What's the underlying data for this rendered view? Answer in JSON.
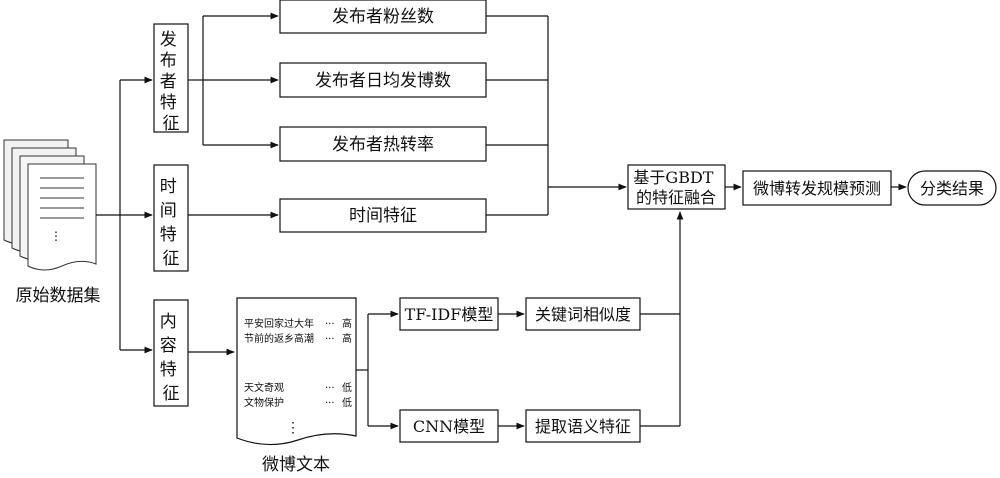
{
  "source": {
    "label": "原始数据集"
  },
  "categories": {
    "publisher": [
      "发",
      "布",
      "者",
      "特",
      "征"
    ],
    "time": [
      "时",
      "间",
      "特",
      "征"
    ],
    "content": [
      "内",
      "容",
      "特",
      "征"
    ]
  },
  "features": {
    "fans": "发布者粉丝数",
    "daily_posts": "发布者日均发博数",
    "hot_repost": "发布者热转率",
    "time": "时间特征"
  },
  "weibo_text": {
    "label": "微博文本",
    "rows": [
      {
        "text": "平安回家过大年",
        "dots": "···",
        "level": "高"
      },
      {
        "text": "节前的返乡高潮",
        "dots": "···",
        "level": "高"
      },
      {
        "text": "天文奇观",
        "dots": "···",
        "level": "低"
      },
      {
        "text": "文物保护",
        "dots": "···",
        "level": "低"
      }
    ],
    "ellipsis": "⋮"
  },
  "models": {
    "tfidf": "TF-IDF模型",
    "cnn": "CNN模型",
    "keyword_sim": "关键词相似度",
    "semantic": "提取语义特征"
  },
  "fusion": {
    "line1": "基于GBDT",
    "line2": "的特征融合"
  },
  "predict": "微博转发规模预测",
  "result": "分类结果"
}
